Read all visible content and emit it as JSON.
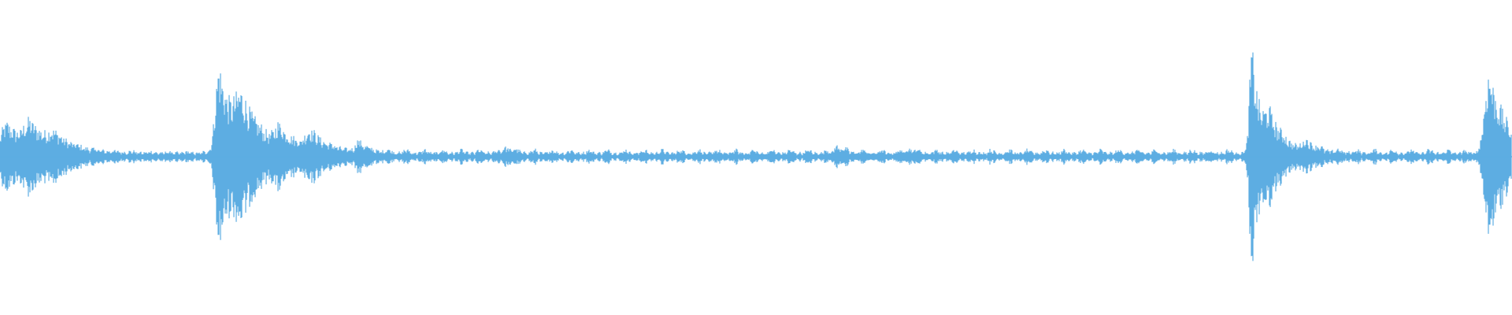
{
  "waveform": {
    "color": "#5dade2",
    "baseline_amplitude": 0.012,
    "bursts": [
      {
        "center": 0.005,
        "width": 0.018,
        "amplitude": 0.1
      },
      {
        "center": 0.02,
        "width": 0.014,
        "amplitude": 0.07
      },
      {
        "center": 0.035,
        "width": 0.012,
        "amplitude": 0.04
      },
      {
        "center": 0.145,
        "width": 0.01,
        "amplitude": 0.3
      },
      {
        "center": 0.16,
        "width": 0.018,
        "amplitude": 0.14
      },
      {
        "center": 0.185,
        "width": 0.012,
        "amplitude": 0.06
      },
      {
        "center": 0.205,
        "width": 0.012,
        "amplitude": 0.06
      },
      {
        "center": 0.237,
        "width": 0.006,
        "amplitude": 0.04
      },
      {
        "center": 0.334,
        "width": 0.005,
        "amplitude": 0.022
      },
      {
        "center": 0.553,
        "width": 0.005,
        "amplitude": 0.026
      },
      {
        "center": 0.6,
        "width": 0.004,
        "amplitude": 0.02
      },
      {
        "center": 0.828,
        "width": 0.006,
        "amplitude": 0.36
      },
      {
        "center": 0.84,
        "width": 0.012,
        "amplitude": 0.1
      },
      {
        "center": 0.864,
        "width": 0.006,
        "amplitude": 0.035
      },
      {
        "center": 0.985,
        "width": 0.012,
        "amplitude": 0.28
      }
    ]
  }
}
